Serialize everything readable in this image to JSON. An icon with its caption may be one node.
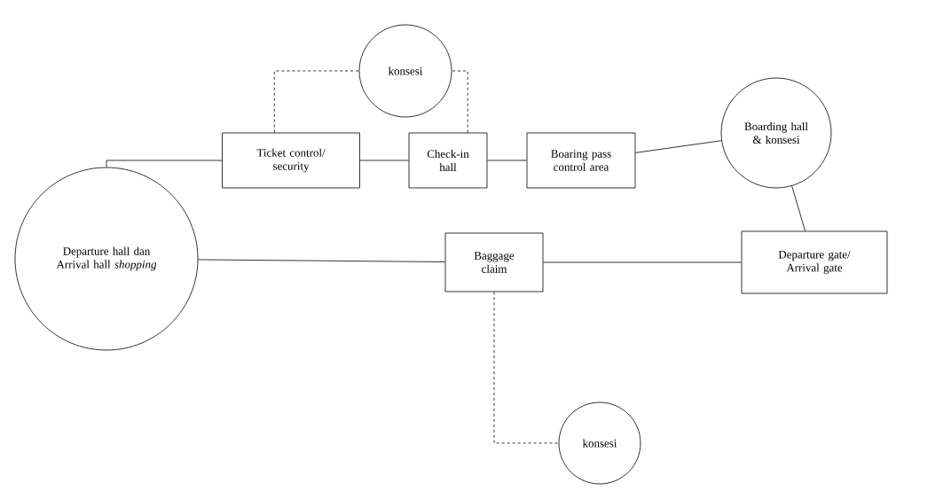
{
  "diagram": {
    "nodes": [
      {
        "text": [
          "konsesi"
        ]
      },
      {
        "text": [
          "Ticket control/ security"
        ]
      },
      {
        "text": [
          "Check-in hall"
        ]
      },
      {
        "text": [
          "Boaring pass control area"
        ]
      },
      {
        "text": [
          "Boarding hall & konsesi"
        ]
      },
      {
        "text": [
          "Departure hall dan Arrival hall *shopping*"
        ]
      },
      {
        "text": [
          "Baggage claim"
        ]
      },
      {
        "text": [
          "Departure gate/ Arrival gate"
        ]
      },
      {
        "text": [
          "konsesi"
        ]
      }
    ],
    "edges": [
      {
        "from": 1,
        "to": 2,
        "arrow": "none"
      },
      {
        "from": 2,
        "to": 3,
        "arrow": "none"
      },
      {
        "from": 3,
        "to": 4,
        "arrow": "none"
      },
      {
        "from": 4,
        "to": 7,
        "arrow": "none"
      },
      {
        "from": 7,
        "to": 6,
        "arrow": "none"
      },
      {
        "from": 6,
        "to": 5,
        "arrow": "none"
      },
      {
        "from": 5,
        "to": 1,
        "arrow": "none"
      },
      {
        "from": 1,
        "to": 0,
        "arrow": "none",
        "style": "dashed"
      },
      {
        "from": 2,
        "to": 0,
        "arrow": "none",
        "style": "dashed"
      },
      {
        "from": 6,
        "to": 8,
        "arrow": "none",
        "style": "dashed"
      }
    ]
  }
}
